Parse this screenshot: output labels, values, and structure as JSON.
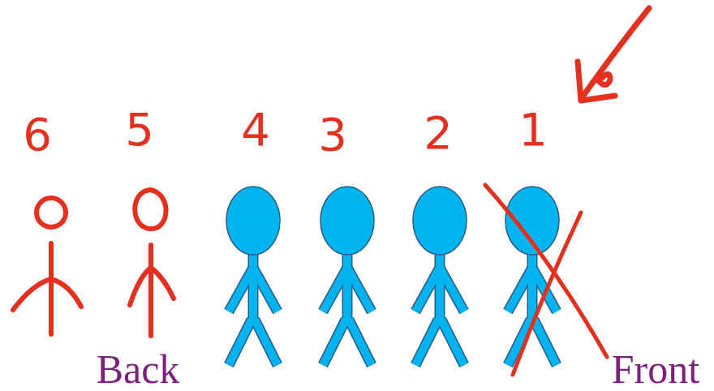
{
  "diagram": {
    "labels": [
      "6",
      "5",
      "4",
      "3",
      "2",
      "1",
      "Back",
      "Front"
    ]
  }
}
